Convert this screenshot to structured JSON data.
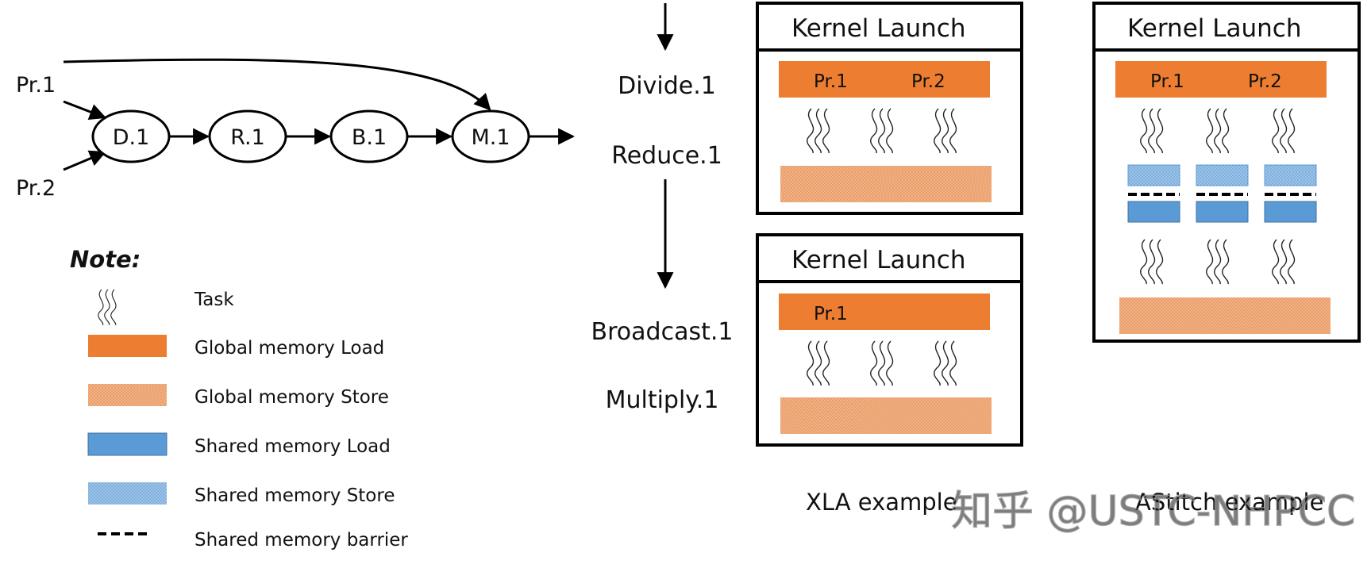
{
  "graph": {
    "input_labels": [
      "Pr.1",
      "Pr.2"
    ],
    "nodes": [
      "D.1",
      "R.1",
      "B.1",
      "M.1"
    ]
  },
  "note": {
    "title": "Note:",
    "items": [
      {
        "icon": "task-squiggle-icon",
        "label": "Task"
      },
      {
        "icon": "global-load-swatch",
        "label": "Global memory Load",
        "color": "#ED7D31"
      },
      {
        "icon": "global-store-swatch",
        "label": "Global memory Store",
        "color": "#F4B183"
      },
      {
        "icon": "shared-load-swatch",
        "label": "Shared memory Load",
        "color": "#5B9BD5"
      },
      {
        "icon": "shared-store-swatch",
        "label": "Shared memory Store",
        "color": "#9DC3E6"
      },
      {
        "icon": "barrier-dash-icon",
        "label": "Shared memory barrier"
      }
    ]
  },
  "ops": [
    "Divide.1",
    "Reduce.1",
    "Broadcast.1",
    "Multiply.1"
  ],
  "xla": {
    "kernels": [
      {
        "title": "Kernel Launch",
        "loads": [
          "Pr.1",
          "Pr.2"
        ]
      },
      {
        "title": "Kernel Launch",
        "loads": [
          "Pr.1"
        ]
      }
    ],
    "caption": "XLA example"
  },
  "astitch": {
    "kernel": {
      "title": "Kernel Launch",
      "loads": [
        "Pr.1",
        "Pr.2"
      ]
    },
    "caption": "AStitch example"
  },
  "watermark": "知乎 @USTC-NHPCC",
  "colors": {
    "global_load": "#ED7D31",
    "global_store": "#F4B183",
    "shared_load": "#5B9BD5",
    "shared_store": "#9DC3E6",
    "stroke": "#000000"
  }
}
